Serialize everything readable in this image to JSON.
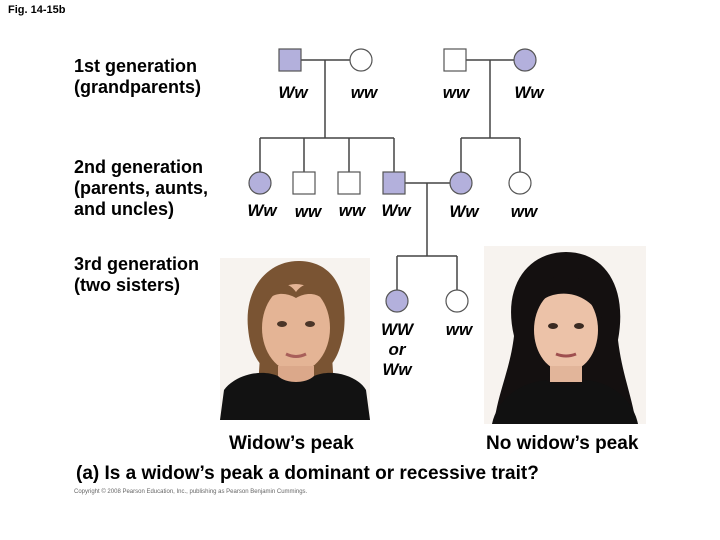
{
  "figure_label": "Fig. 14-15b",
  "generations": {
    "first": "1st generation\n(grandparents)",
    "second": "2nd generation\n(parents, aunts,\nand uncles)",
    "third": "3rd generation\n(two sisters)"
  },
  "genotypes": {
    "g1_m1": "Ww",
    "g1_f1": "ww",
    "g1_m2": "ww",
    "g1_f2": "Ww",
    "g2_1": "Ww",
    "g2_2": "ww",
    "g2_3": "ww",
    "g2_4": "Ww",
    "g2_5": "Ww",
    "g2_6": "ww",
    "g3_1": "WW\nor\nWw",
    "g3_2": "ww"
  },
  "captions": {
    "left": "Widow’s peak",
    "right": "No widow’s peak"
  },
  "question": "(a) Is a widow’s peak a dominant or recessive trait?",
  "copyright": "Copyright © 2008 Pearson Education, Inc., publishing as Pearson Benjamin Cummings.",
  "colors": {
    "affected": "#b3b0dc",
    "unaffected": "#ffffff",
    "outline": "#555555",
    "line": "#444444"
  }
}
